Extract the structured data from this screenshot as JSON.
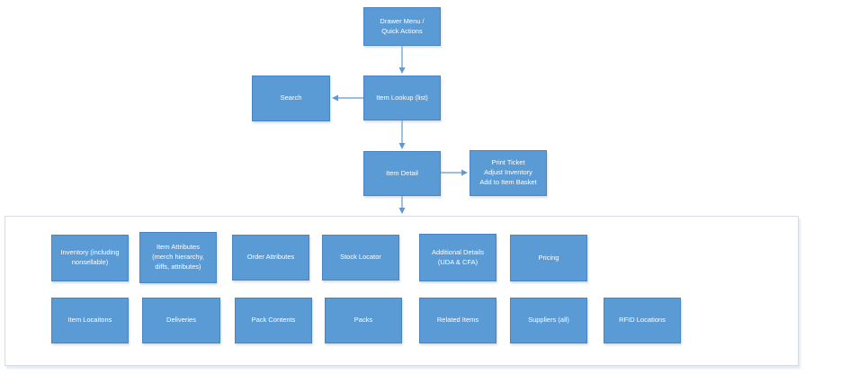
{
  "diagram": {
    "nodes": {
      "drawer_menu": "Drawer Menu /\nQuick Actions",
      "search": "Search",
      "item_lookup": "Item Lookup (list)",
      "item_detail": "Item Detail",
      "item_detail_actions": "Print Ticket\nAdjust Inventory\nAdd to Item Basket",
      "inventory": "Inventory (including\nnonsellable)",
      "item_attributes": "Item Attributes\n(merch hierarchy,\ndiffs, attributes)",
      "order_attributes": "Order Attributes",
      "stock_locator": "Stock Locator",
      "additional_details": "Additional Details\n(UDA & CFA)",
      "pricing": "Pricing",
      "item_locations": "Item Locaitons",
      "deliveries": "Deliveries",
      "pack_contents": "Pack Contents",
      "packs": "Packs",
      "related_items": "Related Items",
      "suppliers": "Suppliers (all)",
      "rfid_locations": "RFID Locations"
    },
    "edges": [
      {
        "from": "drawer_menu",
        "to": "item_lookup",
        "direction": "down"
      },
      {
        "from": "item_lookup",
        "to": "search",
        "direction": "left"
      },
      {
        "from": "item_lookup",
        "to": "item_detail",
        "direction": "down"
      },
      {
        "from": "item_detail",
        "to": "item_detail_actions",
        "direction": "right"
      },
      {
        "from": "item_detail",
        "to": "sections_panel",
        "direction": "down"
      }
    ],
    "colors": {
      "node_fill": "#5b9bd5",
      "node_border": "#4a84c4",
      "node_text": "#ffffff",
      "arrow": "#5b9bd5",
      "panel_border": "#d9dde3"
    }
  }
}
